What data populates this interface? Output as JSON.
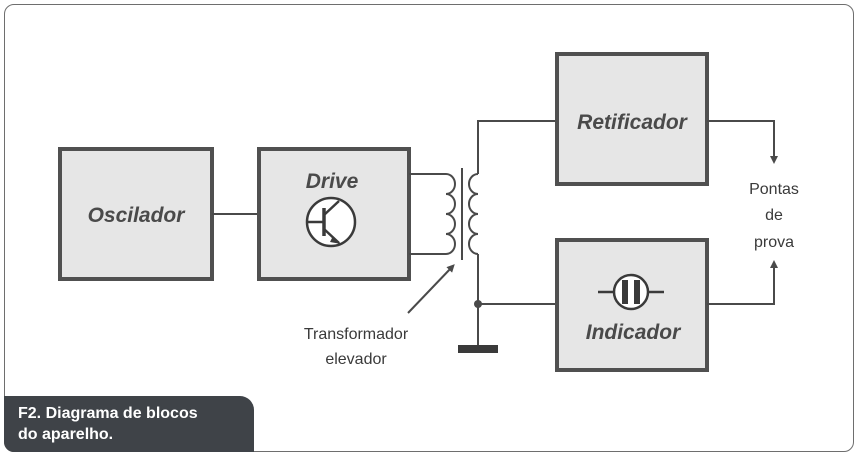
{
  "blocks": {
    "oscilador": "Oscilador",
    "drive": "Drive",
    "retificador": "Retificador",
    "indicador": "Indicador"
  },
  "labels": {
    "pontas_line1": "Pontas",
    "pontas_line2": "de",
    "pontas_line3": "prova",
    "transformador_line1": "Transformador",
    "transformador_line2": "elevador"
  },
  "caption": {
    "line1": "F2. Diagrama de blocos",
    "line2": "do aparelho."
  },
  "colors": {
    "block_fill": "#e6e6e6",
    "block_border": "#505050",
    "line": "#4a4a4a",
    "caption_bg": "#3f4348"
  }
}
